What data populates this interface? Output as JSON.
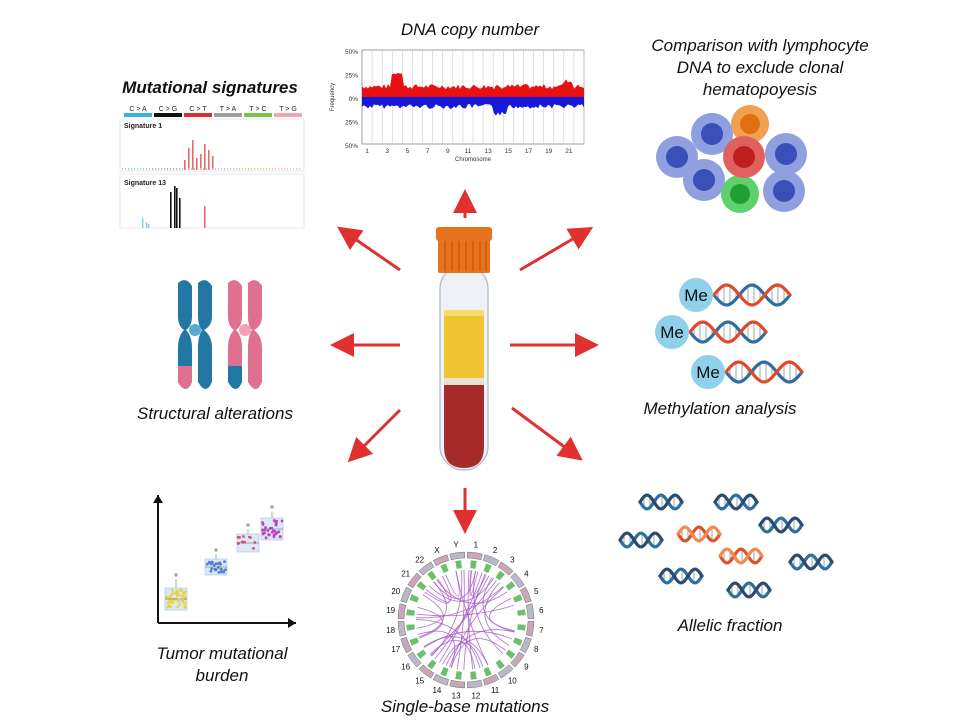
{
  "labels": {
    "dna_copy_number": "DNA copy number",
    "mutational_signatures": "Mutational signatures",
    "comparison": [
      "Comparison with lymphocyte",
      "DNA to exclude clonal",
      "hematopoyesis"
    ],
    "structural": "Structural alterations",
    "methylation": "Methylation analysis",
    "tmb": [
      "Tumor mutational",
      "burden"
    ],
    "single_base": "Single-base mutations",
    "allelic": "Allelic fraction"
  },
  "copy_number_chart": {
    "y_ticks": [
      "50%",
      "25%",
      "0%",
      "25%",
      "50%"
    ],
    "y_label": "Frequency",
    "x_ticks": [
      "1",
      "3",
      "5",
      "7",
      "9",
      "11",
      "13",
      "15",
      "17",
      "19",
      "21"
    ],
    "x_label": "Chromosome"
  },
  "signatures_panel": {
    "categories": [
      "C > A",
      "C > G",
      "C > T",
      "T > A",
      "T > C",
      "T > G"
    ],
    "category_colors": [
      "#3ab0e2",
      "#111111",
      "#e02b2b",
      "#9e9e9e",
      "#7cc24a",
      "#f0a8b0"
    ],
    "signature_1": "Signature 1",
    "signature_13": "Signature 13"
  },
  "methylation_tag": "Me",
  "circos_numbers": [
    "1",
    "2",
    "3",
    "4",
    "5",
    "6",
    "7",
    "8",
    "9",
    "10",
    "11",
    "12",
    "13",
    "14",
    "15",
    "16",
    "17",
    "18",
    "19",
    "20",
    "21",
    "22",
    "X",
    "Y"
  ],
  "colors": {
    "arrow": "#e03030",
    "cap": "#e8731f",
    "plasma": "#f0c430",
    "blood": "#a52a2a",
    "chrom_blue": "#2377a4",
    "chrom_pink": "#e0708f",
    "dna_blue": "#2d6e9e",
    "dna_red": "#e04a2a"
  }
}
